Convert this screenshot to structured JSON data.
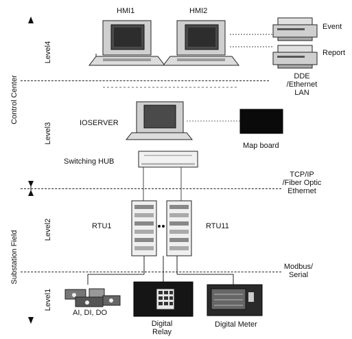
{
  "sections": {
    "control_center": "Control Center",
    "substation_field": "Substation Field"
  },
  "levels": {
    "level4": "Level4",
    "level3": "Level3",
    "level2": "Level2",
    "level1": "Level1"
  },
  "hosts": {
    "hmi1": "HMI1",
    "hmi2": "HMI2",
    "ioserver": "IOSERVER",
    "switching_hub": "Switching HUB",
    "rtu1": "RTU1",
    "rtu11": "RTU11"
  },
  "printers": {
    "event": "Event",
    "report": "Report"
  },
  "map_board": "Map board",
  "links": {
    "dde_line1": "DDE",
    "dde_line2": "/Ethernet",
    "dde_line3": "LAN",
    "tcp_line1": "TCP/IP",
    "tcp_line2": "/Fiber Optic",
    "tcp_line3": "Ethernet",
    "modbus_line1": "Modbus/",
    "modbus_line2": "Serial"
  },
  "field_devices": {
    "io": "AI, DI, DO",
    "relay_line1": "Digital",
    "relay_line2": "Relay",
    "meter": "Digital Meter"
  }
}
